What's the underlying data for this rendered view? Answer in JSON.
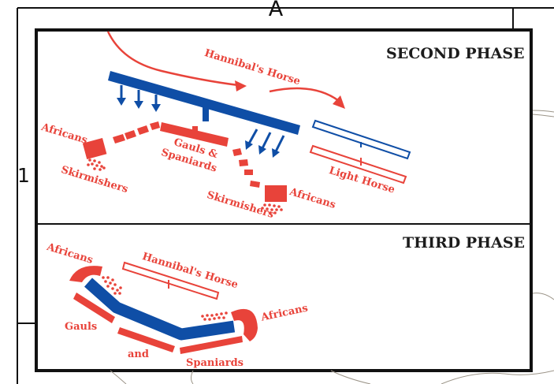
{
  "grid": {
    "column": "A",
    "row": "1"
  },
  "colors": {
    "carthaginian_red": "#e8433a",
    "roman_blue": "#0f4ea6",
    "frame": "#111111",
    "contour": "#9b9488"
  },
  "second_phase": {
    "title": "SECOND PHASE",
    "labels": {
      "hannibals_horse": "Hannibal's Horse",
      "africans_left": "Africans",
      "skirmishers_left": "Skirmishers",
      "gauls_spaniards_line1": "Gauls &",
      "gauls_spaniards_line2": "Spaniards",
      "light_horse": "Light Horse",
      "skirmishers_right": "Skirmishers",
      "africans_right": "Africans"
    }
  },
  "third_phase": {
    "title": "THIRD PHASE",
    "labels": {
      "africans_left": "Africans",
      "hannibals_horse": "Hannibal's Horse",
      "gauls": "Gauls",
      "and": "and",
      "spaniards": "Spaniards",
      "africans_right": "Africans"
    }
  }
}
